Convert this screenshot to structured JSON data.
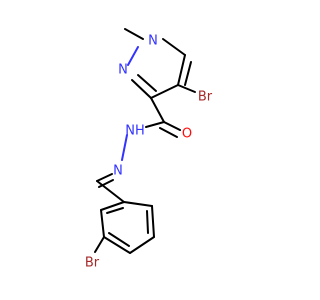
{
  "molecule": {
    "atoms": {
      "n_methyl": "N",
      "n_pyrazole": "N",
      "br_pyrazole": "Br",
      "o_carbonyl": "O",
      "nh": "NH",
      "n_imine": "N",
      "br_phenyl": "Br"
    },
    "colors": {
      "carbon": "#000000",
      "nitrogen": "#3333ff",
      "oxygen": "#ff0d0d",
      "bromine": "#a62929"
    }
  }
}
